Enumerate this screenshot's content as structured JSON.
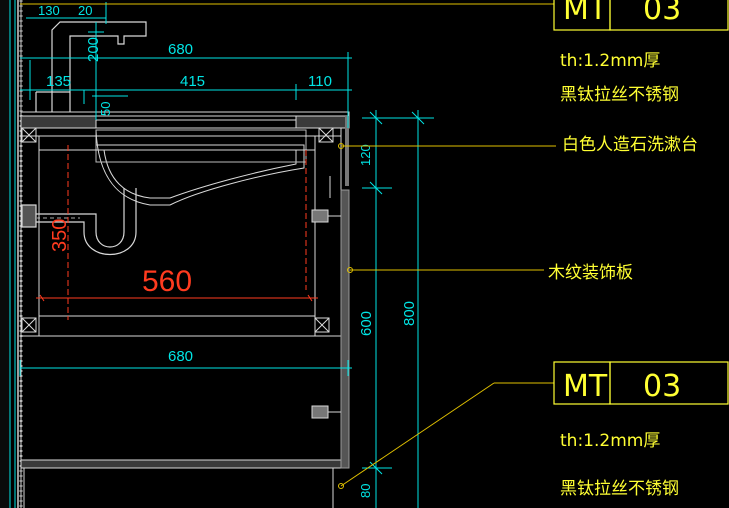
{
  "dimensions": {
    "top_130": "130",
    "top_20": "20",
    "faucet_200": "200",
    "overall_680_top": "680",
    "left_135": "135",
    "mid_415": "415",
    "right_110": "110",
    "drain_50": "50",
    "inner_560": "560",
    "inner_350": "350",
    "overall_680_bottom": "680",
    "right_120": "120",
    "right_600": "600",
    "right_800": "800",
    "right_80": "80"
  },
  "annotations": {
    "thickness_top": "th:1.2mm厚",
    "material_top": "黑钛拉丝不锈钢",
    "countertop": "白色人造石洗漱台",
    "wood_panel": "木纹装饰板",
    "thickness_bottom": "th:1.2mm厚",
    "material_bottom": "黑钛拉丝不锈钢"
  },
  "tags": {
    "top": {
      "code": "MT",
      "number": "03"
    },
    "bottom": {
      "code": "MT",
      "number": "03"
    }
  },
  "colors": {
    "background": "#000000",
    "dimension": "#00e5e5",
    "annotation": "#ffff33",
    "red_dimension": "#ff3b1f",
    "linework": "#d9d9d9",
    "hatch": "#9a9a9a",
    "leader": "#e0c000"
  }
}
